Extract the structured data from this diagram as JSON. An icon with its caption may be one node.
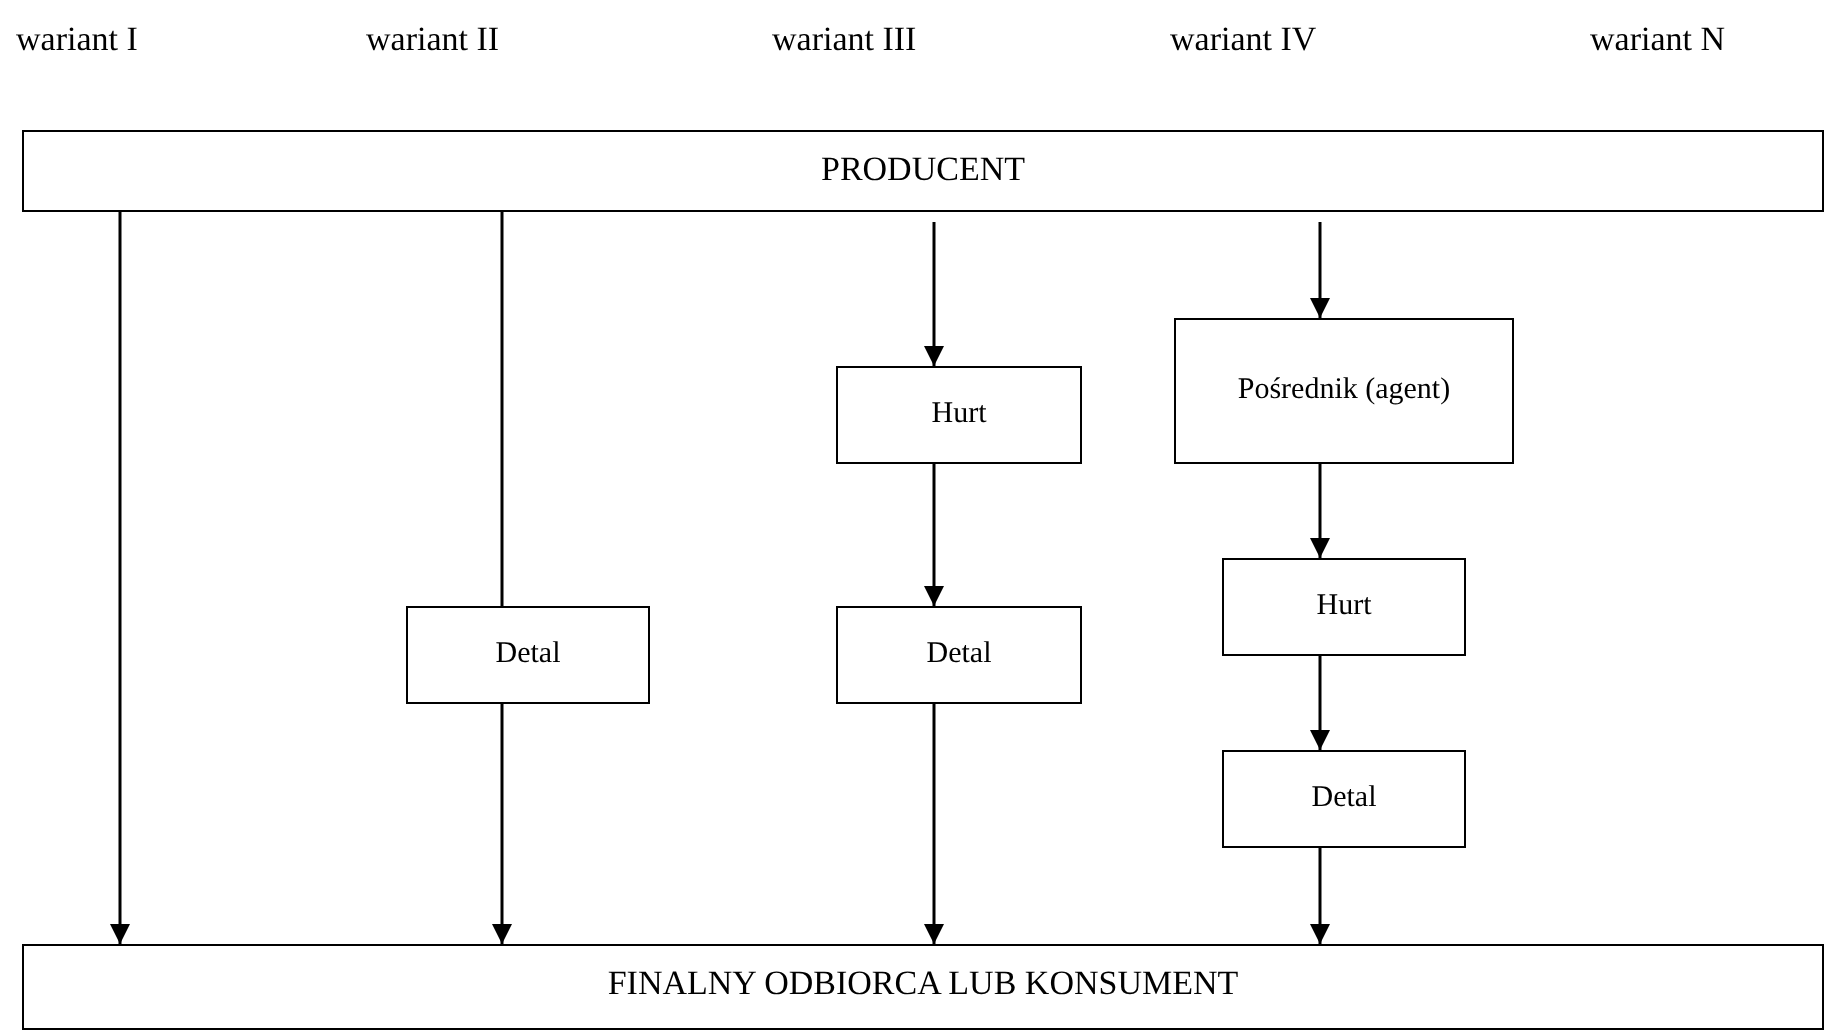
{
  "diagram": {
    "nodes": [
      {
        "text": [
          "PRODUCENT"
        ]
      },
      {
        "text": [
          "Hurt"
        ]
      },
      {
        "text": [
          "Pośrednik (agent)"
        ]
      },
      {
        "text": [
          "Hurt"
        ]
      },
      {
        "text": [
          "Detal"
        ]
      },
      {
        "text": [
          "Detal"
        ]
      },
      {
        "text": [
          "Detal"
        ]
      },
      {
        "text": [
          "FINALNY ODBIORCA LUB KONSUMENT"
        ]
      }
    ],
    "edges": [
      {
        "from": 0,
        "to": 7,
        "arrow": "to"
      },
      {
        "from": 0,
        "to": 4,
        "arrow": "none"
      },
      {
        "from": 4,
        "to": 7,
        "arrow": "to"
      },
      {
        "from": 0,
        "to": 1,
        "arrow": "to"
      },
      {
        "from": 1,
        "to": 5,
        "arrow": "to"
      },
      {
        "from": 5,
        "to": 7,
        "arrow": "to"
      },
      {
        "from": 0,
        "to": 2,
        "arrow": "to"
      },
      {
        "from": 2,
        "to": 3,
        "arrow": "to"
      },
      {
        "from": 3,
        "to": 6,
        "arrow": "to"
      },
      {
        "from": 6,
        "to": 7,
        "arrow": "to"
      }
    ],
    "labels": [
      "wariant I",
      "wariant II",
      "wariant III",
      "wariant IV",
      "wariant N"
    ]
  }
}
